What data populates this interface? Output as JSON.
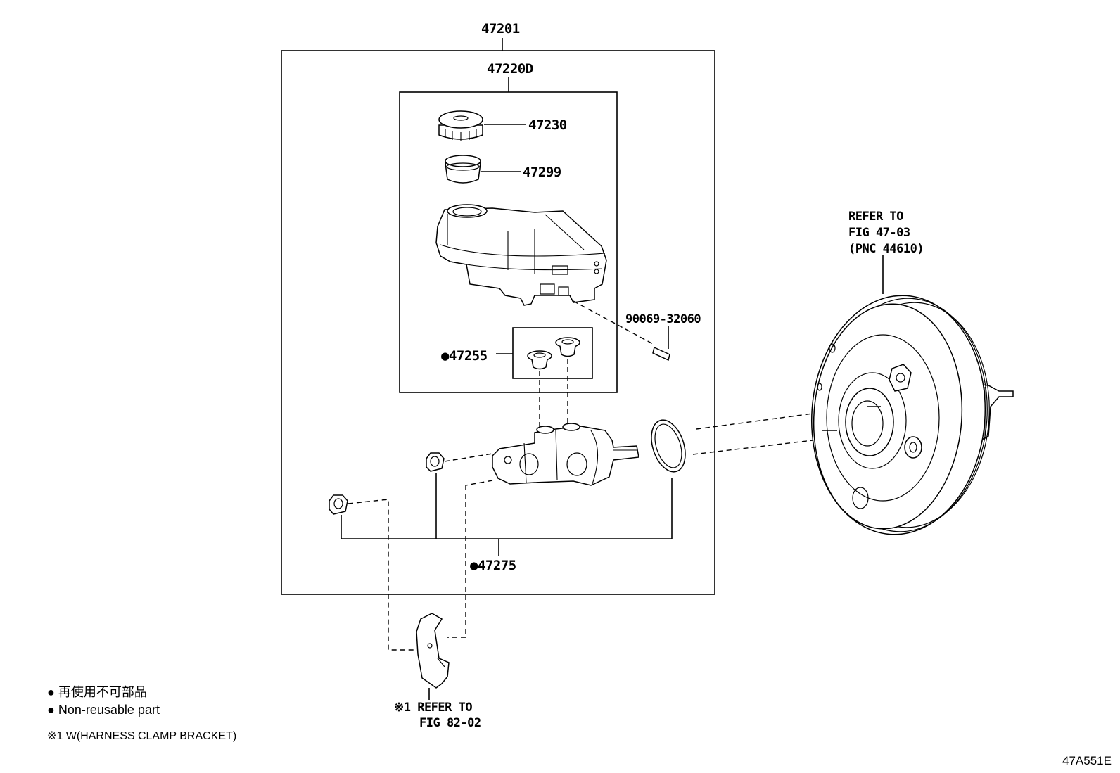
{
  "labels": {
    "assembly": "47201",
    "sub_assembly": "47220D",
    "cap": "47230",
    "strainer": "47299",
    "grommet": "●47255",
    "pin": "90069-32060",
    "nut_set": "●47275"
  },
  "booster_ref": {
    "line1": "REFER TO",
    "line2": "FIG 47-03",
    "line3": "(PNC 44610)"
  },
  "bracket_ref": {
    "line1": "※1 REFER TO",
    "line2": "FIG 82-02"
  },
  "legend": {
    "jp": "● 再使用不可部品",
    "en": "● Non-reusable part",
    "note": "※1 W(HARNESS CLAMP BRACKET)"
  },
  "figure_code": "47A551E"
}
